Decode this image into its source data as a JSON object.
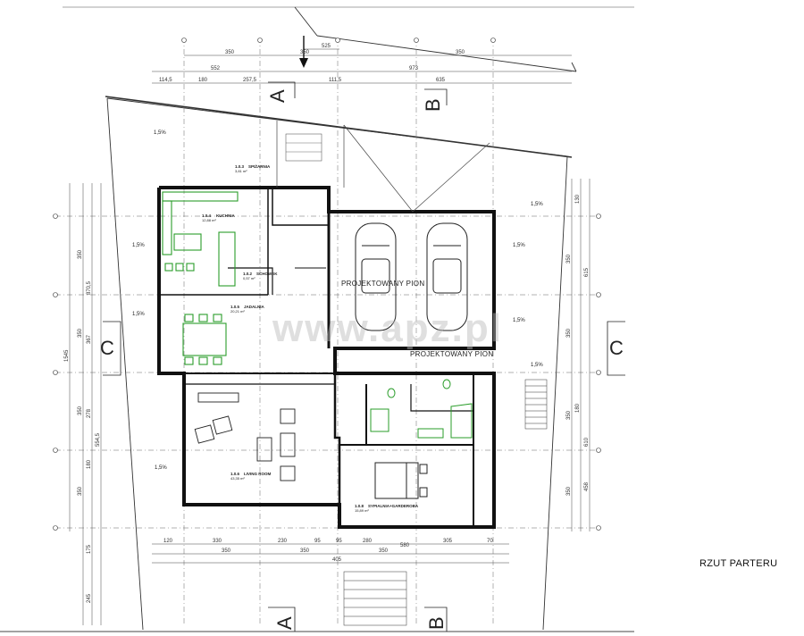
{
  "drawing_title": "RZUT PARTERU",
  "watermark": "www.apz.pl",
  "service_labels": [
    "PROJEKTOWANY PION",
    "PROJEKTOWANY PION"
  ],
  "section_marks": [
    "A",
    "B",
    "C",
    "C",
    "A",
    "B"
  ],
  "slopes": [
    "1,5%",
    "1,5%",
    "1,5%",
    "1,5%",
    "1,5%",
    "1,5%",
    "1,5%",
    "1,5%"
  ],
  "rooms": [
    {
      "code": "1.0.4",
      "name": "KUCHNIA",
      "area": "12,88 m²"
    },
    {
      "code": "1.0.3",
      "name": "SPIŻARNIA",
      "area": "3,81 m²"
    },
    {
      "code": "1.0.2",
      "name": "SCHOWEK",
      "area": "0,57 m²"
    },
    {
      "code": "1.0.5",
      "name": "JADALNIA",
      "area": "20,21 m²"
    },
    {
      "code": "1.0.6",
      "name": "LIVING ROOM",
      "area": "43,35 m²"
    },
    {
      "code": "1.0.8",
      "name": "SYPIALNIA+GARDEROBA",
      "area": "15,89 m²"
    }
  ],
  "dims_top_row1": [
    "350",
    "350",
    "350"
  ],
  "dims_top_row2": [
    "552",
    "973"
  ],
  "dims_top_row3": [
    "114,5",
    "180",
    "257,5",
    "111,5",
    "635"
  ],
  "dims_top_single": "525",
  "dims_bottom_row1": [
    "120",
    "330",
    "230",
    "95",
    "95",
    "280",
    "305",
    "70"
  ],
  "dims_bottom_row2": [
    "350",
    "350",
    "350",
    "580"
  ],
  "dims_bottom_total": "405",
  "dims_left": [
    "350",
    "870,5",
    "350",
    "367",
    "1545",
    "350",
    "278",
    "554,5",
    "180",
    "350",
    "175",
    "245"
  ],
  "dims_right": [
    "130",
    "350",
    "615",
    "350",
    "350",
    "180",
    "610",
    "350",
    "458"
  ]
}
